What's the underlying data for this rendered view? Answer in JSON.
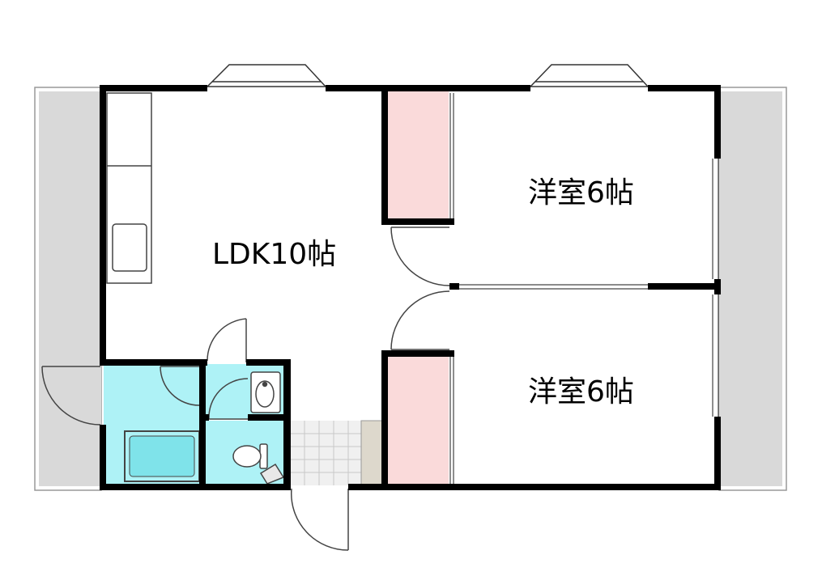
{
  "rooms": {
    "ldk": "LDK10帖",
    "western_room_1": "洋室6帖",
    "western_room_2": "洋室6帖"
  },
  "colors": {
    "wall": "#000000",
    "balcony": "#d9d9d9",
    "closet": "#fadada",
    "wet_area": "#aef2f6",
    "entrance_tile": "#e8e8e8",
    "shoe_box": "#ddd8cc"
  }
}
